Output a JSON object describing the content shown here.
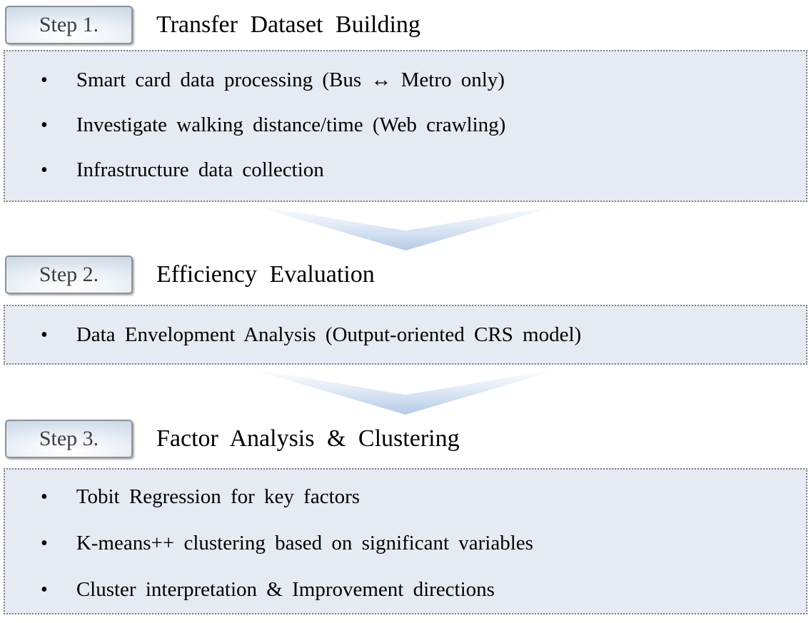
{
  "bullet_char": "•",
  "colors": {
    "panel_fill": "#e6eaf2",
    "panel_border": "#7f7f7f",
    "badge_blue": "#b4c8dd",
    "badge_border": "#8a9097",
    "arrow_blue": "#b5cbe7",
    "title_text": "#000000",
    "badge_text": "#3d3d3d"
  },
  "steps": [
    {
      "label": "Step 1.",
      "title": "Transfer Dataset Building",
      "bullets": [
        "Smart card data processing (Bus ↔ Metro only)",
        "Investigate walking distance/time (Web crawling)",
        "Infrastructure data collection"
      ]
    },
    {
      "label": "Step 2.",
      "title": "Efficiency Evaluation",
      "bullets": [
        "Data Envelopment Analysis (Output-oriented CRS model)"
      ]
    },
    {
      "label": "Step 3.",
      "title": "Factor Analysis & Clustering",
      "bullets": [
        "Tobit Regression for key factors",
        "K-means++ clustering based on significant variables",
        "Cluster interpretation & Improvement directions"
      ]
    }
  ]
}
